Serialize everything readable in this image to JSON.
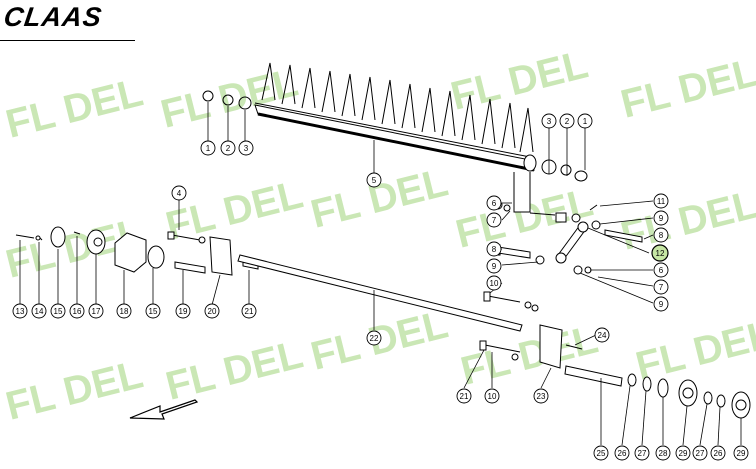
{
  "header": {
    "brand": "CLAAS"
  },
  "watermark": {
    "text": "FL DEL",
    "color": "#b8df9c"
  },
  "colors": {
    "line": "#000000",
    "highlight": "#c6e6a4"
  },
  "callouts": {
    "c1a": "1",
    "c2a": "2",
    "c3a": "3",
    "c5": "5",
    "c3b": "3",
    "c2b": "2",
    "c1b": "1",
    "c4": "4",
    "c6a": "6",
    "c7a": "7",
    "c11": "11",
    "c9a": "9",
    "c8a": "8",
    "c8b": "8",
    "c12": "12",
    "c9b": "9",
    "c6b": "6",
    "c7b": "7",
    "c9c": "9",
    "c10a": "10",
    "c13": "13",
    "c14": "14",
    "c15a": "15",
    "c16": "16",
    "c17": "17",
    "c18": "18",
    "c15b": "15",
    "c19": "19",
    "c20": "20",
    "c21a": "21",
    "c22": "22",
    "c24": "24",
    "c21b": "21",
    "c10b": "10",
    "c23": "23",
    "c25": "25",
    "c26": "26",
    "c27a": "27",
    "c28": "28",
    "c29a": "29",
    "c27b": "27",
    "c29b": "29"
  }
}
